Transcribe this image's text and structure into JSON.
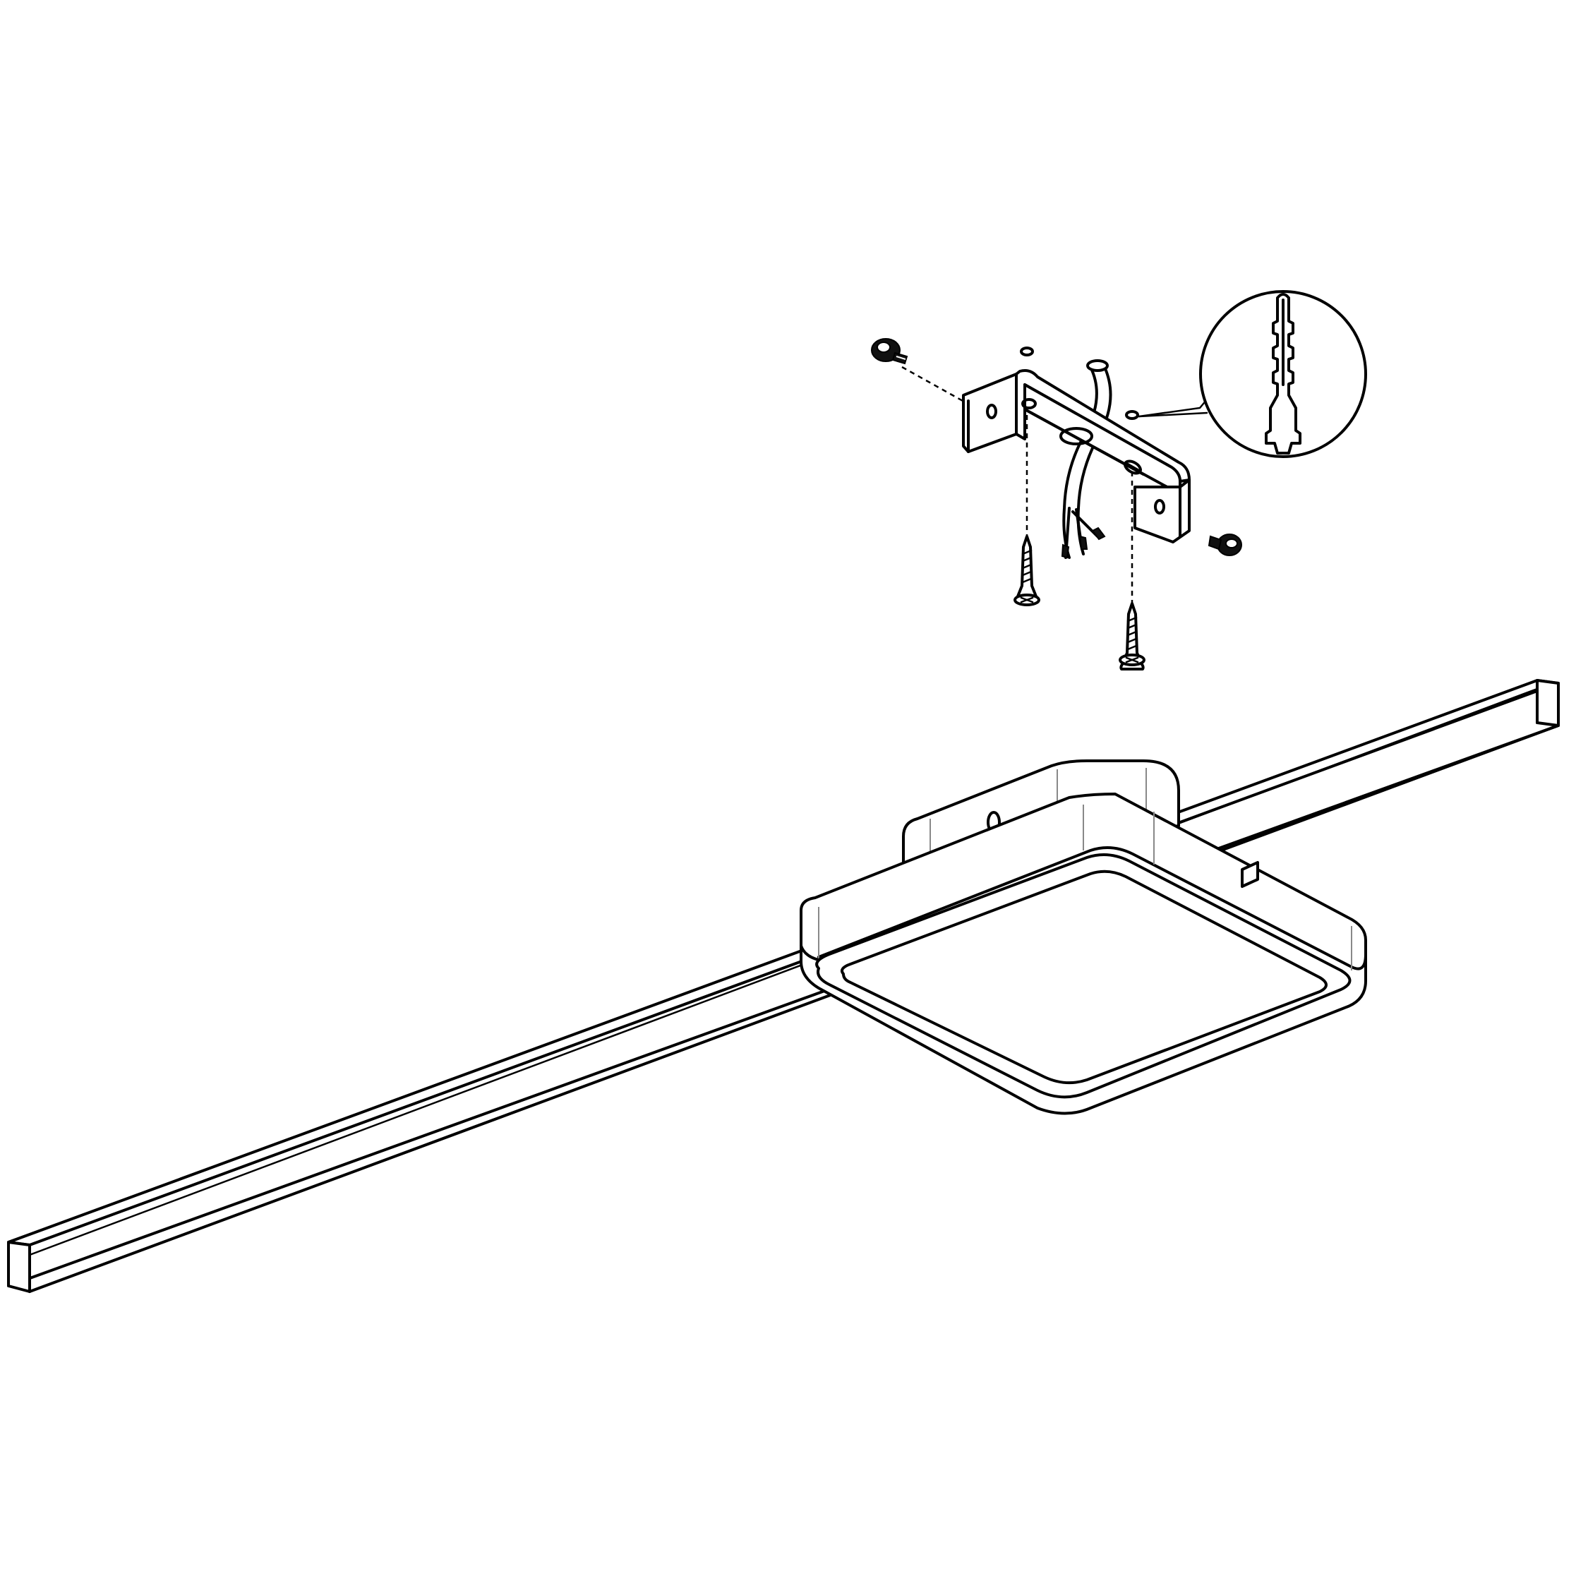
{
  "figure": {
    "kind": "assembly-diagram",
    "line_color": "#000000",
    "background": "#ffffff",
    "parts": [
      {
        "id": "mounting-bracket",
        "icon": "mounting-bracket-icon"
      },
      {
        "id": "screw",
        "count": 2,
        "icon": "screw-icon"
      },
      {
        "id": "wall-plug",
        "count": 2,
        "icon": "wall-plug-icon"
      },
      {
        "id": "fixing-bolt",
        "count": 2,
        "icon": "bolt-icon"
      },
      {
        "id": "supply-cable",
        "icon": "cable-icon"
      },
      {
        "id": "light-fixture",
        "icon": "ceiling-light-icon"
      }
    ]
  }
}
